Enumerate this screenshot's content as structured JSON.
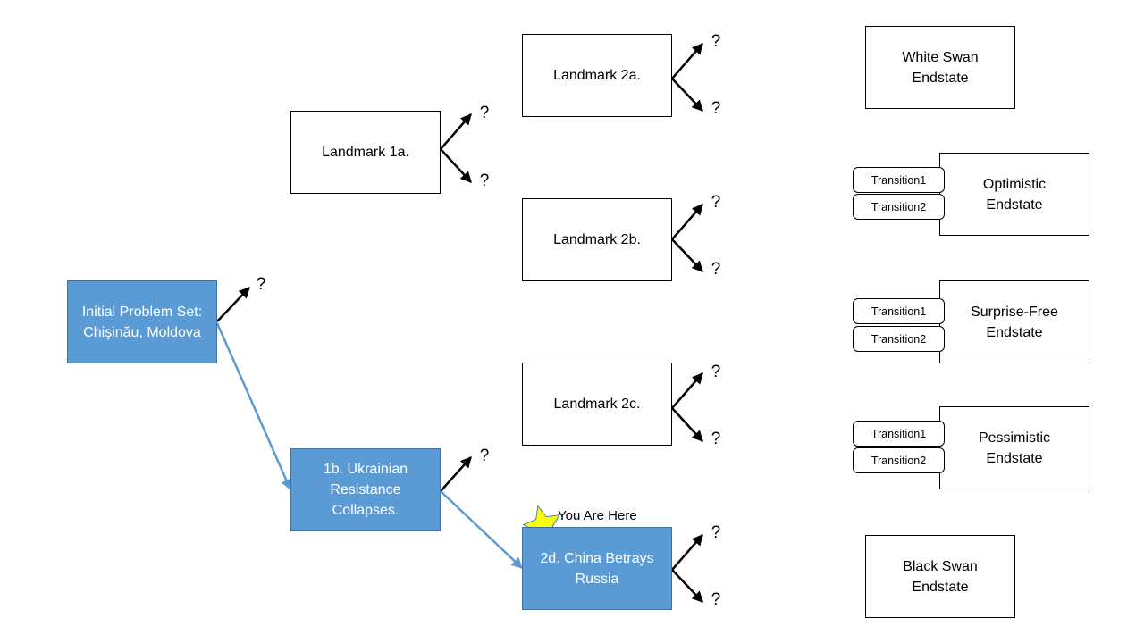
{
  "nodes": {
    "initial": "Initial Problem Set:\nChişinău, Moldova",
    "landmark_1a": "Landmark 1a.",
    "landmark_1b": "1b. Ukrainian\nResistance\nCollapses.",
    "landmark_2a": "Landmark 2a.",
    "landmark_2b": "Landmark 2b.",
    "landmark_2c": "Landmark 2c.",
    "landmark_2d": "2d. China Betrays\nRussia"
  },
  "endstates": {
    "white_swan": "White Swan\nEndstate",
    "optimistic": "Optimistic\nEndstate",
    "surprise_free": "Surprise-Free\nEndstate",
    "pessimistic": "Pessimistic\nEndstate",
    "black_swan": "Black Swan\nEndstate"
  },
  "transitions": {
    "t1": "Transition1",
    "t2": "Transition2"
  },
  "unknown_branch": "?",
  "you_are_here": "You Are Here",
  "colors": {
    "highlight_fill": "#5b9bd5",
    "highlight_border": "#41719c",
    "path_line": "#5b9bd5",
    "star": "#ffff00"
  }
}
